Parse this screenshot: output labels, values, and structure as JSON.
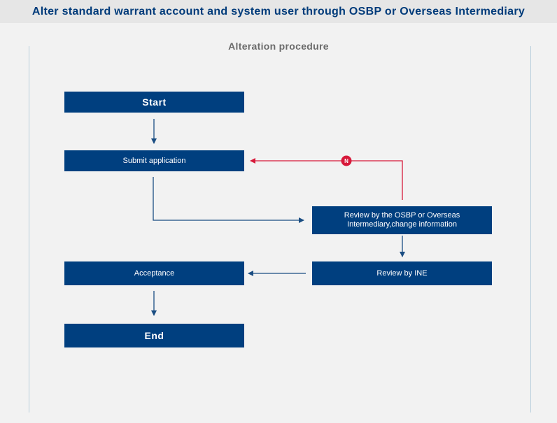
{
  "header": {
    "title": "Alter standard warrant account and system user through OSBP or Overseas Intermediary"
  },
  "diagram": {
    "subtitle": "Alteration procedure",
    "steps": {
      "start": "Start",
      "submit": "Submit application",
      "review_osbp": "Review by the OSBP or Overseas Intermediary,change information",
      "review_ine": "Review by INE",
      "acceptance": "Acceptance",
      "end": "End"
    },
    "reject_label": "N",
    "colors": {
      "box_fill": "#003f7f",
      "box_text": "#ffffff",
      "flow_arrow": "#1a4d82",
      "reject_arrow": "#d7193a",
      "title_text": "#003b7a",
      "subtitle_text": "#6b6b6b"
    }
  }
}
